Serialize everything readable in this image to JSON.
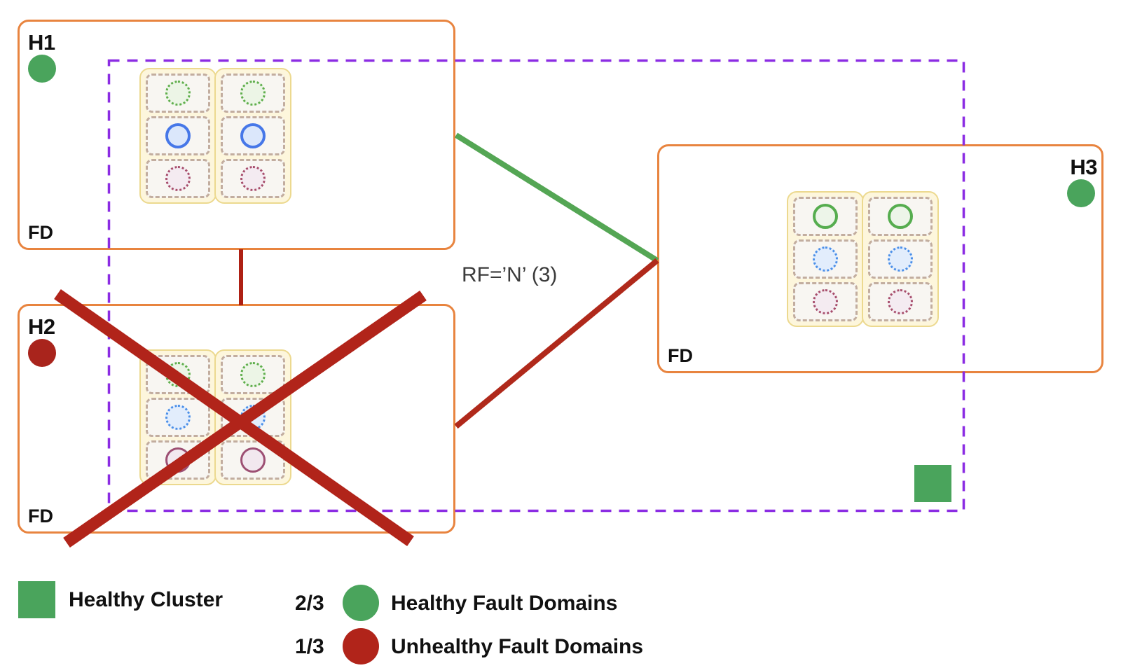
{
  "diagram": {
    "rf_label": "RF=’N’ (3)",
    "hosts": [
      {
        "label": "H1",
        "fd_label": "FD",
        "status": "healthy",
        "crossed_out": false,
        "replicas": [
          "green-dotted",
          "blue-solid",
          "pink-dotted"
        ]
      },
      {
        "label": "H2",
        "fd_label": "FD",
        "status": "unhealthy",
        "crossed_out": true,
        "replicas": [
          "green-dotted",
          "blue-dotted",
          "pink-solid"
        ]
      },
      {
        "label": "H3",
        "fd_label": "FD",
        "status": "healthy",
        "crossed_out": false,
        "replicas": [
          "green-solid",
          "blue-dotted",
          "pink-dotted"
        ]
      }
    ],
    "cluster_marker": "healthy-cluster-square"
  },
  "legend": {
    "cluster_label": "Healthy Cluster",
    "items": [
      {
        "fraction": "2/3",
        "dot": "green",
        "label": "Healthy Fault Domains"
      },
      {
        "fraction": "1/3",
        "dot": "red",
        "label": "Unhealthy Fault Domains"
      }
    ]
  },
  "colors": {
    "host_border_orange": "#e8843f",
    "cluster_boundary_purple": "#8b2ce3",
    "healthy_green": "#4aa45c",
    "unhealthy_red": "#b1241a",
    "link_green": "#54a654",
    "link_red": "#b0291b",
    "disk_fill_yellow": "#fdf6dc",
    "disk_border_yellow": "#ecd98f",
    "replica_slot_dash": "#c2ad9f"
  }
}
